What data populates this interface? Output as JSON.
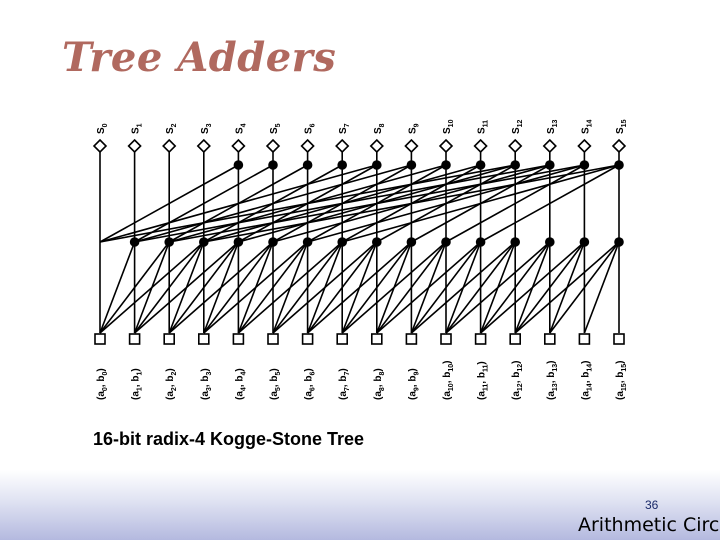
{
  "title": "Tree Adders",
  "caption": "16-bit radix-4 Kogge-Stone Tree",
  "footer": {
    "page_number": "36",
    "text": "Arithmetic Circui"
  },
  "diagram": {
    "bits": 16,
    "sum_outputs": [
      {
        "base": "S",
        "sub": "0"
      },
      {
        "base": "S",
        "sub": "1"
      },
      {
        "base": "S",
        "sub": "2"
      },
      {
        "base": "S",
        "sub": "3"
      },
      {
        "base": "S",
        "sub": "4"
      },
      {
        "base": "S",
        "sub": "5"
      },
      {
        "base": "S",
        "sub": "6"
      },
      {
        "base": "S",
        "sub": "7"
      },
      {
        "base": "S",
        "sub": "8"
      },
      {
        "base": "S",
        "sub": "9"
      },
      {
        "base": "S",
        "sub": "10"
      },
      {
        "base": "S",
        "sub": "11"
      },
      {
        "base": "S",
        "sub": "12"
      },
      {
        "base": "S",
        "sub": "13"
      },
      {
        "base": "S",
        "sub": "14"
      },
      {
        "base": "S",
        "sub": "15"
      }
    ],
    "inputs": [
      {
        "a": "0",
        "b": "0"
      },
      {
        "a": "1",
        "b": "1"
      },
      {
        "a": "2",
        "b": "2"
      },
      {
        "a": "3",
        "b": "3"
      },
      {
        "a": "4",
        "b": "4"
      },
      {
        "a": "5",
        "b": "5"
      },
      {
        "a": "6",
        "b": "6"
      },
      {
        "a": "7",
        "b": "7"
      },
      {
        "a": "8",
        "b": "8"
      },
      {
        "a": "9",
        "b": "9"
      },
      {
        "a": "10",
        "b": "10"
      },
      {
        "a": "11",
        "b": "11"
      },
      {
        "a": "12",
        "b": "12"
      },
      {
        "a": "13",
        "b": "13"
      },
      {
        "a": "14",
        "b": "14"
      },
      {
        "a": "15",
        "b": "15"
      }
    ],
    "radix": 4,
    "colors": {
      "line": "#000000",
      "node": "#000000",
      "title": "#b0695f"
    }
  }
}
